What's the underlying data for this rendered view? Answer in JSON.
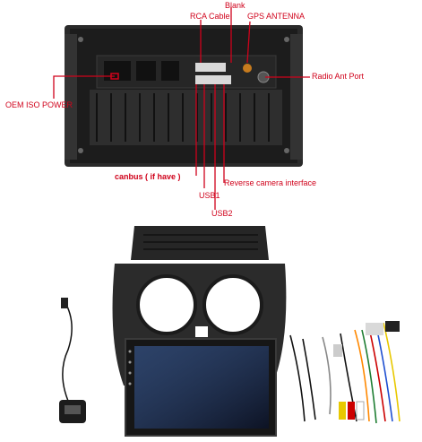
{
  "labels": {
    "rca_cable": "RCA Cable",
    "blank": "Blank",
    "gps_antenna": "GPS ANTENNA",
    "radio_ant_port": "Radio Ant Port",
    "oem_iso_power": "OEM ISO POWER",
    "canbus": "canbus ( if have )",
    "reverse_camera": "Reverse camera interface",
    "usb1": "USB1",
    "usb2": "USB2"
  },
  "colors": {
    "label_red": "#d0021b",
    "unit_black": "#1f1f1f",
    "frame_black": "#242424"
  },
  "icons": {
    "gps_module": "gps-puck-icon",
    "harness": "wiring-harness-icon"
  }
}
